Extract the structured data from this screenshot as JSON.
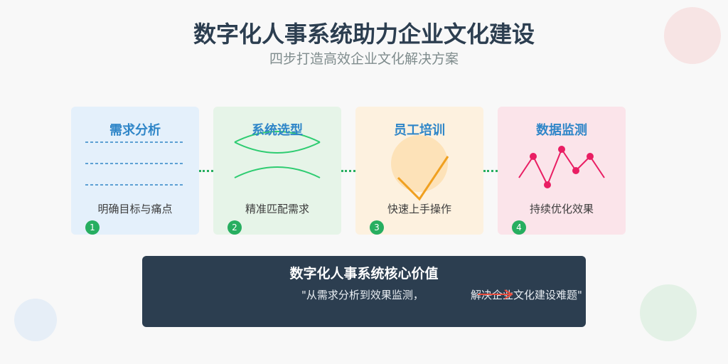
{
  "title": "数字化人事系统助力企业文化建设",
  "subtitle": "四步打造高效企业文化解决方案",
  "steps": [
    {
      "number": "1",
      "title": "需求分析",
      "description": "明确目标与痛点"
    },
    {
      "number": "2",
      "title": "系统选型",
      "description": "精准匹配需求"
    },
    {
      "number": "3",
      "title": "员工培训",
      "description": "快速上手操作"
    },
    {
      "number": "4",
      "title": "数据监测",
      "description": "持续优化效果"
    }
  ],
  "summary": {
    "title": "数字化人事系统核心价值",
    "text_left": "\"从需求分析到效果监测，",
    "text_right": "解决企业文化建设难题\""
  },
  "colors": {
    "title": "#2c3e50",
    "step_title": "#2f86c8",
    "accent_green": "#27ae60",
    "line_green": "#2ecc71",
    "check_orange": "#f0a020",
    "chart_pink": "#e91e63",
    "arrow_red": "#e74c3c"
  }
}
